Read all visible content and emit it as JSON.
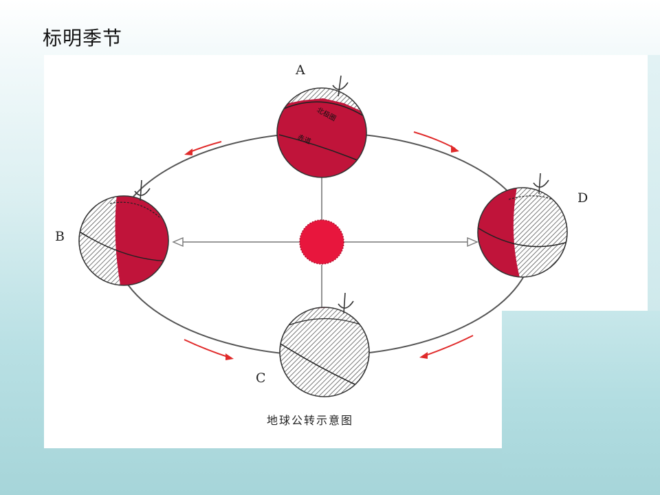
{
  "slide": {
    "title": "标明季节"
  },
  "diagram": {
    "caption": "地球公转示意图",
    "positions": {
      "a": "A",
      "b": "B",
      "c": "C",
      "d": "D"
    },
    "globe_labels": {
      "arctic_circle": "北极圈",
      "equator": "赤道"
    },
    "colors": {
      "day": "#c0143a",
      "night_hatch": "#555555",
      "sun": "#e8163d",
      "arrow": "#e02a2a",
      "orbit": "#555555"
    }
  }
}
